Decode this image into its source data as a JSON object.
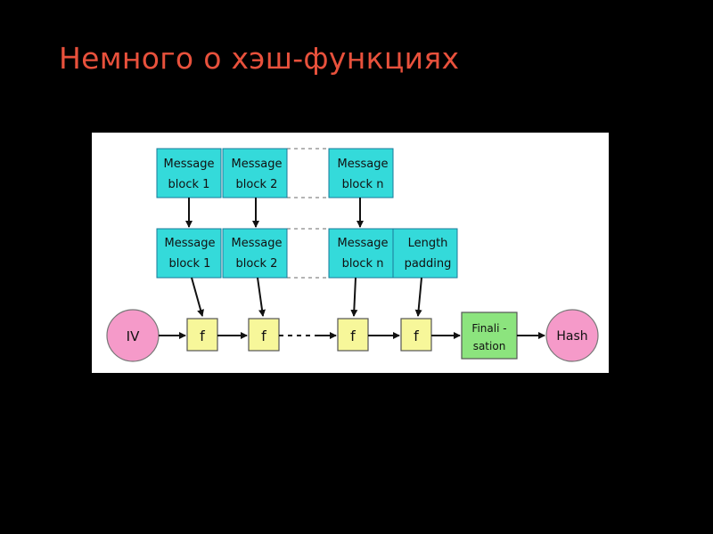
{
  "title": "Немного о хэш-функциях",
  "colors": {
    "background": "#000000",
    "title": "#e8513c",
    "message_block_fill": "#34dada",
    "function_fill": "#f7f79a",
    "terminal_fill": "#f59ac9",
    "finalisation_fill": "#8ce47e"
  },
  "diagram": {
    "top_row": [
      {
        "line1": "Message",
        "line2": "block 1"
      },
      {
        "line1": "Message",
        "line2": "block 2"
      },
      {
        "line1": "Message",
        "line2": "block n"
      }
    ],
    "middle_row": [
      {
        "line1": "Message",
        "line2": "block 1"
      },
      {
        "line1": "Message",
        "line2": "block 2"
      },
      {
        "line1": "Message",
        "line2": "block n"
      },
      {
        "line1": "Length",
        "line2": "padding"
      }
    ],
    "iv_label": "IV",
    "function_label": "f",
    "finalisation": {
      "line1": "Finali -",
      "line2": "sation"
    },
    "hash_label": "Hash"
  }
}
